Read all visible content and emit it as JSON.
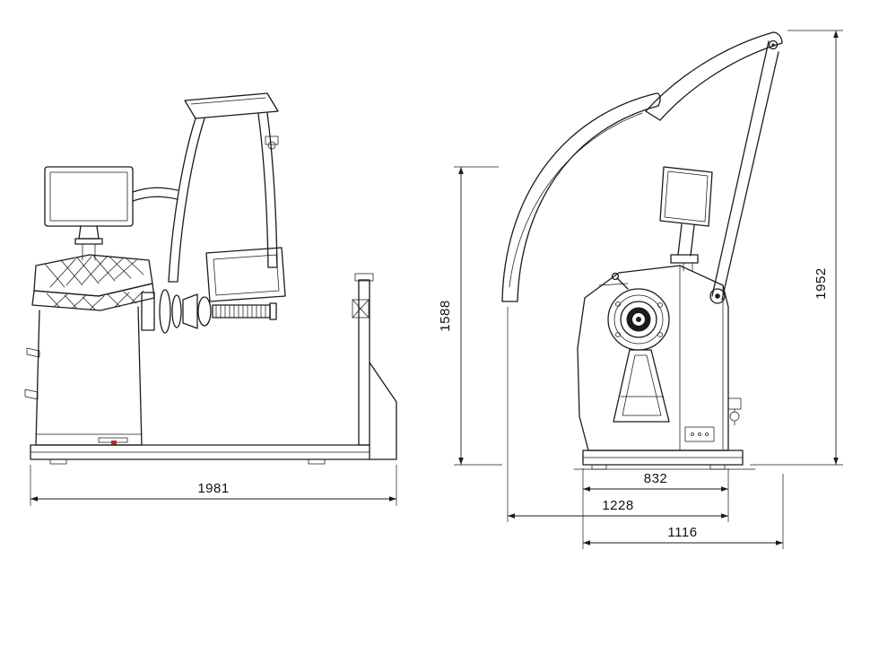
{
  "colors": {
    "ink": "#1b1b1b",
    "accent_mark": "#b4322a"
  },
  "views": {
    "front": {
      "dims": {
        "overall_width": "1981"
      }
    },
    "side": {
      "dims": {
        "height_console": "1588",
        "height_hood_open": "1952",
        "depth_body": "832",
        "depth_with_hood": "1228",
        "depth_overall": "1116"
      }
    }
  }
}
